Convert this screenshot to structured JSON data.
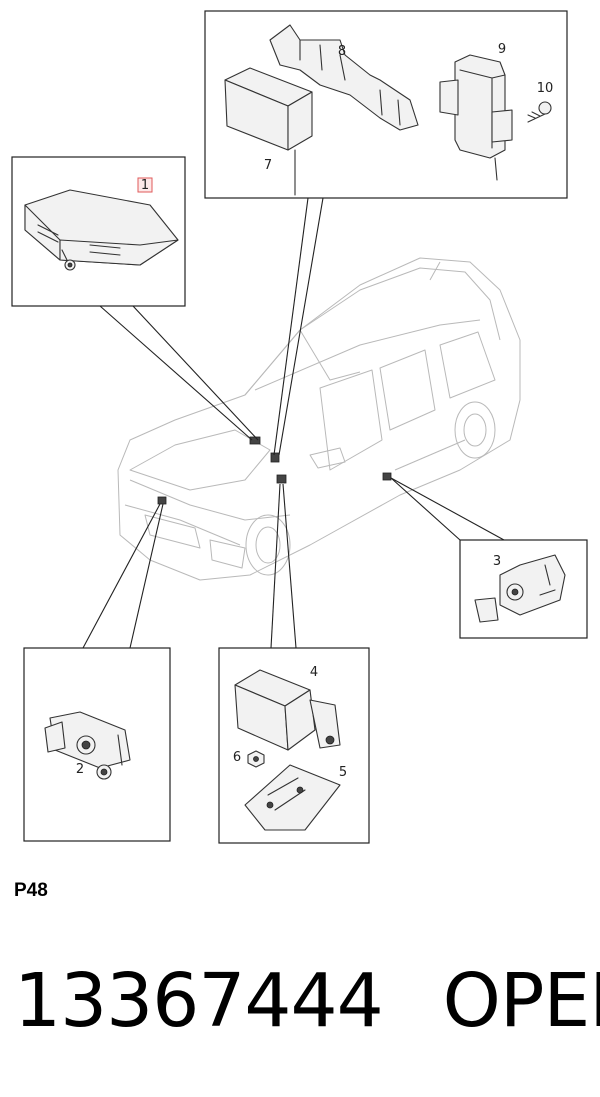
{
  "callouts": {
    "c1": "1",
    "c2": "2",
    "c3": "3",
    "c4": "4",
    "c5": "5",
    "c6": "6",
    "c7": "7",
    "c8": "8",
    "c9": "9",
    "c10": "10"
  },
  "page_code": "P48",
  "part_number": "13367444",
  "manufacturer": "OPEL",
  "colors": {
    "highlight_callout": "#e05a5a",
    "line": "#222222",
    "car_outline": "#b9b9b9"
  }
}
